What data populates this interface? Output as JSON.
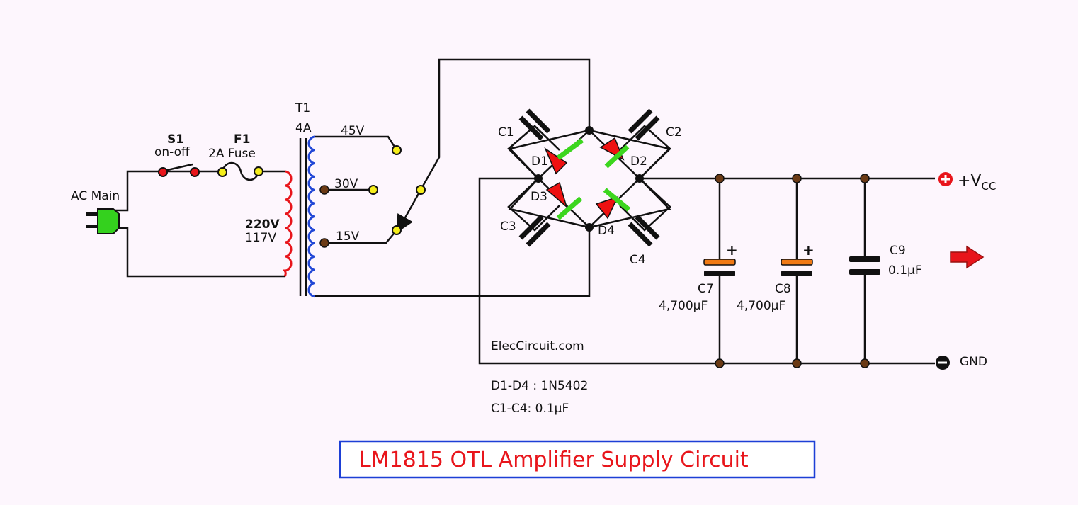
{
  "colors": {
    "wire": "#111111",
    "primary_coil": "#e8151b",
    "secondary_coil": "#2147d6",
    "terminal_yellow": "#f5ee1a",
    "terminal_red": "#e8151b",
    "node_brown": "#6b3a15",
    "diode_red": "#ee1111",
    "diode_bar": "#3cd61e",
    "electrolytic": "#f07a14",
    "plug_green": "#34d11e",
    "title_border": "#1d3fd6",
    "title_text": "#e8151b",
    "background": "#fdf6fd"
  },
  "labels": {
    "t1": "T1",
    "t1_current": "4A",
    "s1": "S1",
    "s1_desc": "on-off",
    "f1": "F1",
    "f1_desc": "2A Fuse",
    "ac_main": "AC Main",
    "v_primary_1": "220V",
    "v_primary_2": "117V",
    "tap_45": "45V",
    "tap_30": "30V",
    "tap_15": "15V",
    "c1": "C1",
    "c2": "C2",
    "c3": "C3",
    "c4": "C4",
    "d1": "D1",
    "d2": "D2",
    "d3": "D3",
    "d4": "D4",
    "c7": "C7",
    "c7_value": "4,700µF",
    "c8": "C8",
    "c8_value": "4,700µF",
    "c9": "C9",
    "c9_value": "0.1µF",
    "vcc_main": "+V",
    "vcc_sub": "CC",
    "gnd": "GND",
    "plus": "+",
    "website": "ElecCircuit.com",
    "note_diodes": "D1-D4 : 1N5402",
    "note_caps": "C1-C4: 0.1µF"
  },
  "title": "LM1815  OTL Amplifier Supply  Circuit"
}
